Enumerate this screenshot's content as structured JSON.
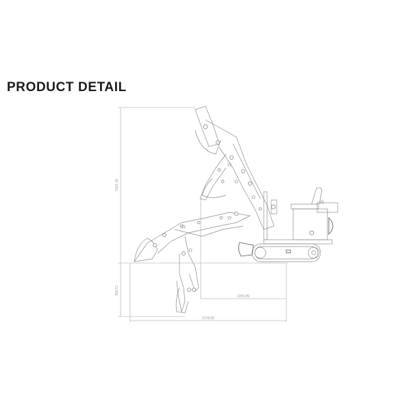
{
  "header": {
    "title": "PRODUCT DETAIL"
  },
  "drawing": {
    "subject": "mini excavator side elevation with boom working range",
    "line_color": "#8a8a8a",
    "dimension_color": "#bdbdbd",
    "dimensions": {
      "max_digging_height": "3161.41",
      "max_digging_depth": "950.11",
      "pivot_to_rear": "1950.89",
      "max_reach": "3178.56"
    }
  }
}
